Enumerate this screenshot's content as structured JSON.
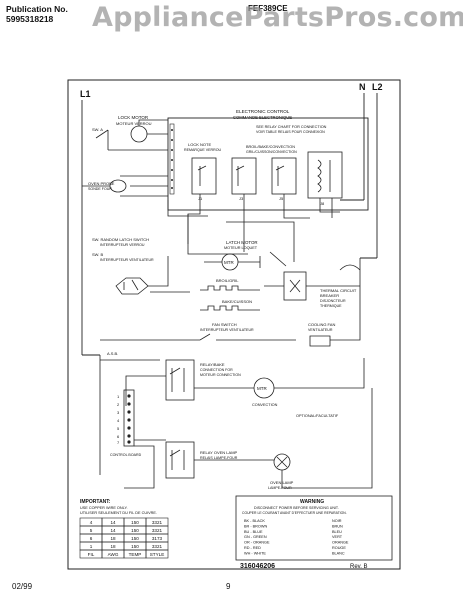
{
  "header": {
    "publication_label": "Publication No.",
    "publication_number": "5995318218",
    "model": "FEF389CE"
  },
  "watermark": "AppliancePartsPros.com",
  "supply": {
    "l1": "L1",
    "n": "N",
    "l2": "L2"
  },
  "labels": {
    "lock_motor": "LOCK MOTOR",
    "lock_motor_fr": "MOTEUR VERROU",
    "sw_a": "SW. A",
    "electronic_control": "ELECTRONIC CONTROL",
    "electronic_control_fr": "COMMANDE ELECTRONIQUE",
    "lock_note": "LOCK NOTE",
    "lock_note_fr": "REMARQUE VERROU",
    "relay_note": "SEE RELAY CHART FOR CONNECTION",
    "relay_note_fr": "VOIR TABLE RELAIS POUR CONNEXION",
    "broil_bake_convection": "BROIL/BAKE/CONVECTION",
    "broil_bake_convection_fr": "GRIL/CUISSON/CONVECTION",
    "oven_probe": "OVEN PROBE",
    "oven_probe_fr": "SONDE FOUR",
    "latch_motor": "LATCH MOTOR",
    "latch_motor_fr": "MOTEUR LOQUET",
    "mtr": "MTR",
    "broil_sw": "BROIL/GRIL",
    "bake_conv": "BAKE/CUISSON",
    "thermal_circuit_breaker": "THERMAL CIRCUIT",
    "thermal_circuit_breaker_2": "BREAKER",
    "thermal_circuit_breaker_fr": "DISJONCTEUR",
    "thermal_circuit_breaker_fr2": "THERMIQUE",
    "sw_random_latch": "SW. RANDOM LATCH SWITCH",
    "sw_random_latch_fr": "INTERRUPTEUR VERROU",
    "sw_b": "SW. B",
    "sw_b_fr": "INTERRUPTEUR VENTILATEUR",
    "fan_switch": "FAN SWITCH",
    "fan_switch_fr": "INTERRUPTEUR VENTILATEUR",
    "cooling_fan": "COOLING FAN",
    "cooling_fan_fr": "VENTILATEUR",
    "relay_bake": "RELAY/BAKE",
    "relay_bake_fr": "CONNECTION FOR",
    "relay_bake_fr2": "MOTEUR CONNECTION",
    "convection": "CONVECTION",
    "optional": "OPTIONAL/FACULTATIF",
    "relay_oven_lamp": "RELAY OVEN LAMP",
    "relay_oven_lamp_fr": "RELAIS LAMPE-FOUR",
    "oven_lamp": "OVEN LAMP",
    "oven_lamp_fr": "LAMPE-FOUR",
    "control_board": "CONTROL BOARD",
    "ads": "A.S.B.",
    "important": "IMPORTANT:",
    "important_1": "USE COPPER WIRE ONLY.",
    "important_2": "UTILISER SEULEMENT DU FIL DE CUIVRE.",
    "warning_title": "WARNING",
    "warning_1": "DISCONNECT POWER BEFORE SERVICING UNIT.",
    "warning_2": "COUPER LE COURANT AVANT D'EFFECTUER UNE REPARATION.",
    "diagram_number": "316046206",
    "revision": "Rev. B"
  },
  "wire_table": {
    "rows": [
      [
        "4",
        "14",
        "150",
        "3321"
      ],
      [
        "5",
        "14",
        "150",
        "3321"
      ],
      [
        "6",
        "18",
        "150",
        "3173"
      ],
      [
        "1",
        "18",
        "150",
        "3321"
      ]
    ],
    "footer": [
      "FIL",
      "AWG",
      "TEMP",
      "STYLE"
    ]
  },
  "legend": {
    "left": [
      "BK - BLACK",
      "BR - BROWN",
      "BU - BLUE",
      "GN - GREEN",
      "OR - ORANGE",
      "RD - RED",
      "WH - WHITE"
    ],
    "right": [
      "NOIR",
      "BRUN",
      "BLEU",
      "VERT",
      "ORANGE",
      "ROUGE",
      "BLANC"
    ]
  },
  "footer": {
    "date": "02/99",
    "page": "9"
  }
}
